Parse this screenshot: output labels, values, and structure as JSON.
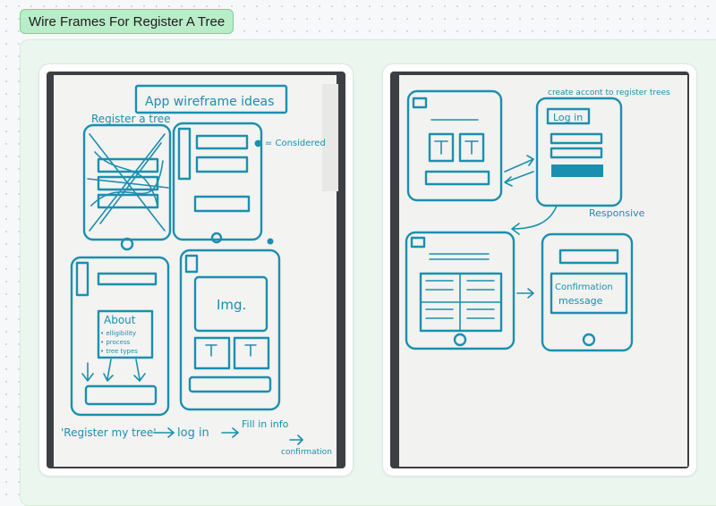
{
  "header": {
    "title": "Wire Frames For Register A Tree"
  },
  "photo_left": {
    "heading": "App wireframe ideas",
    "label_register": "Register a tree",
    "legend": "● = Considered",
    "img_label": "Img.",
    "about_title": "About",
    "about_items": [
      "• elligibility",
      "• process",
      "• tree types"
    ],
    "flow_1": "'Register my tree'",
    "flow_2": "log in",
    "flow_3": "Fill in info",
    "flow_4": "confirmation"
  },
  "photo_right": {
    "note_account": "create accont to register trees",
    "login_label": "Log in",
    "note_responsive": "Responsive",
    "confirm_line1": "Confirmation",
    "confirm_line2": "message"
  }
}
